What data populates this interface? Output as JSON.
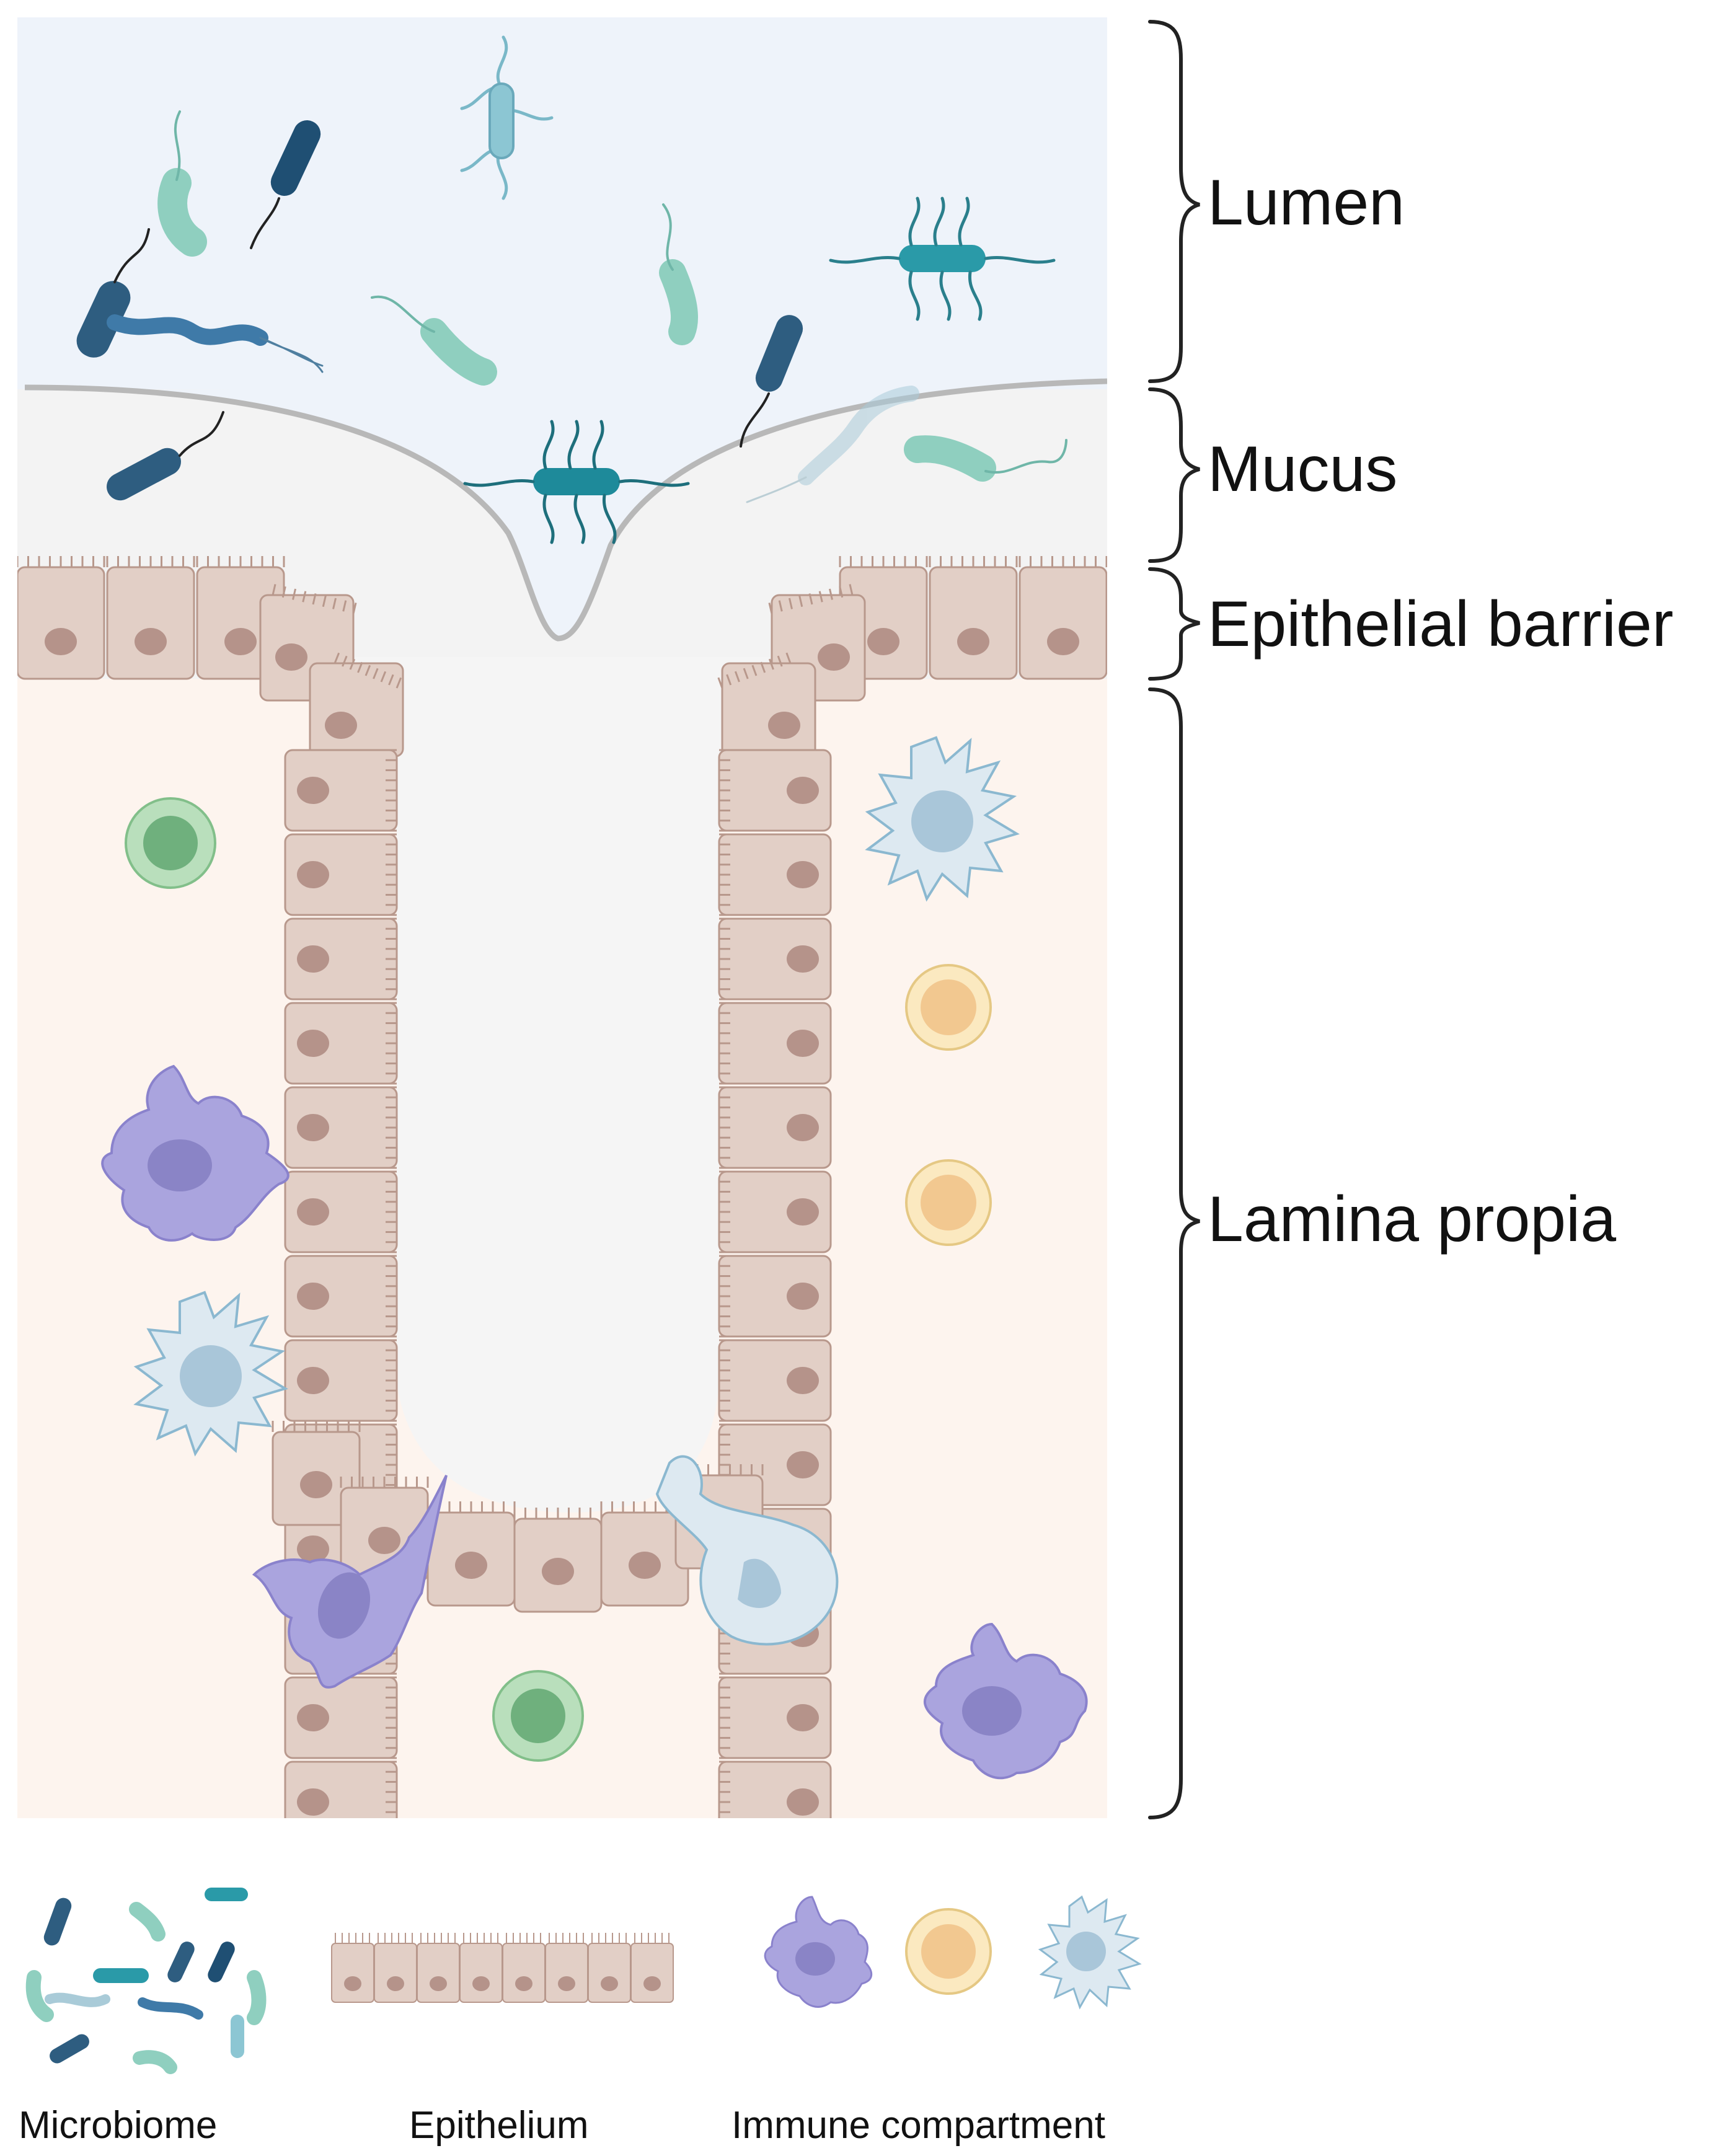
{
  "regions": {
    "lumen": "Lumen",
    "mucus": "Mucus",
    "epithelial_barrier": "Epithelial barrier",
    "lamina_propria": "Lamina propia"
  },
  "legend": {
    "microbiome": "Microbiome",
    "epithelium": "Epithelium",
    "immune": "Immune compartment"
  },
  "colors": {
    "lumen": "#eef3fa",
    "mucus": "#f3f3f3",
    "lamina_propria": "#fdf4ee",
    "epithelial_cell": "#e2cfc6",
    "cell_outline": "#b8988c",
    "nucleus": "#b5938a",
    "bacteria_dark": "#2e5d80",
    "bacteria_teal": "#2a9aa8",
    "bacteria_mint": "#8fcfbf",
    "dendritic_cell": "#a9a3dc",
    "macrophage": "#d6e6f0",
    "b_cell": "#f6dba8",
    "t_cell": "#9fd2a6"
  },
  "icons": [
    "rod-bacterium-icon",
    "flagellated-bacterium-icon",
    "spirochete-icon",
    "dendritic-cell-icon",
    "macrophage-icon",
    "lymphocyte-icon",
    "epithelial-cell-icon"
  ]
}
